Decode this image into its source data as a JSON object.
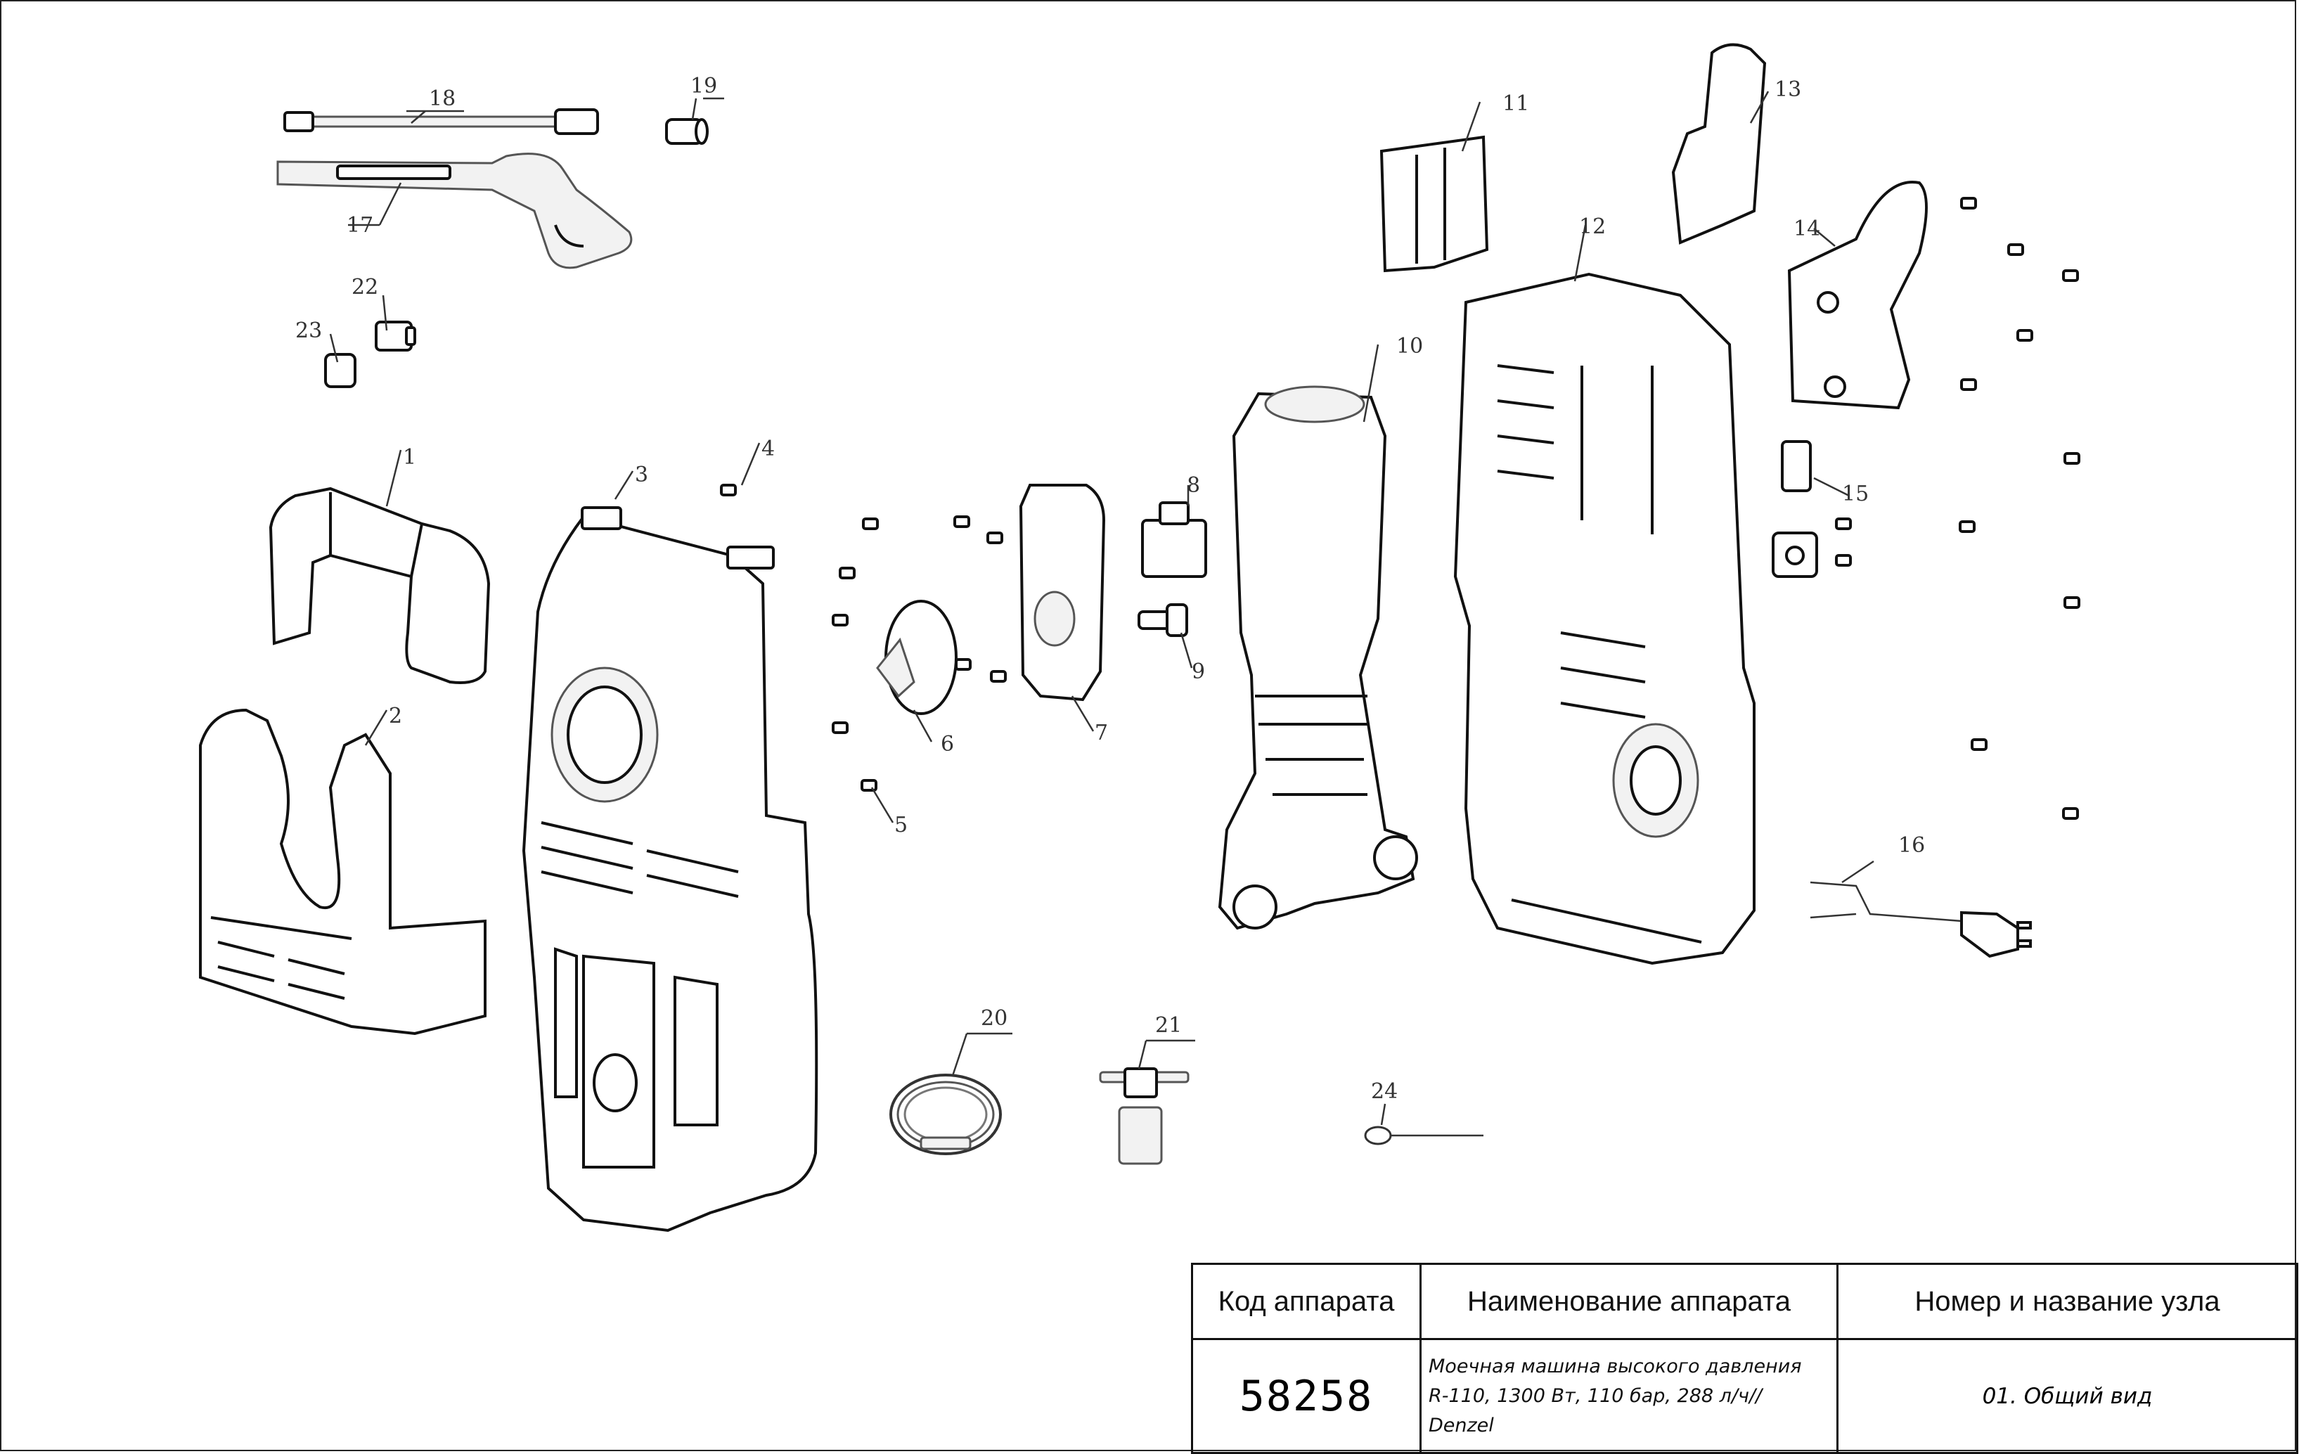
{
  "title_block": {
    "headers": {
      "code": "Код аппарата",
      "name": "Наименование аппарата",
      "assembly": "Номер и название узла"
    },
    "code": "58258",
    "name_line1": "Моечная машина высокого давления",
    "name_line2": "R-110, 1300 Вт, 110 бар, 288 л/ч// Denzel",
    "assembly": "01. Общий вид"
  },
  "callouts": {
    "c1": "1",
    "c2": "2",
    "c3": "3",
    "c4": "4",
    "c5": "5",
    "c6": "6",
    "c7": "7",
    "c8": "8",
    "c9": "9",
    "c10": "10",
    "c11": "11",
    "c12": "12",
    "c13": "13",
    "c14": "14",
    "c15": "15",
    "c16": "16",
    "c17": "17",
    "c18": "18",
    "c19": "19",
    "c20": "20",
    "c21": "21",
    "c22": "22",
    "c23": "23",
    "c24": "24"
  }
}
